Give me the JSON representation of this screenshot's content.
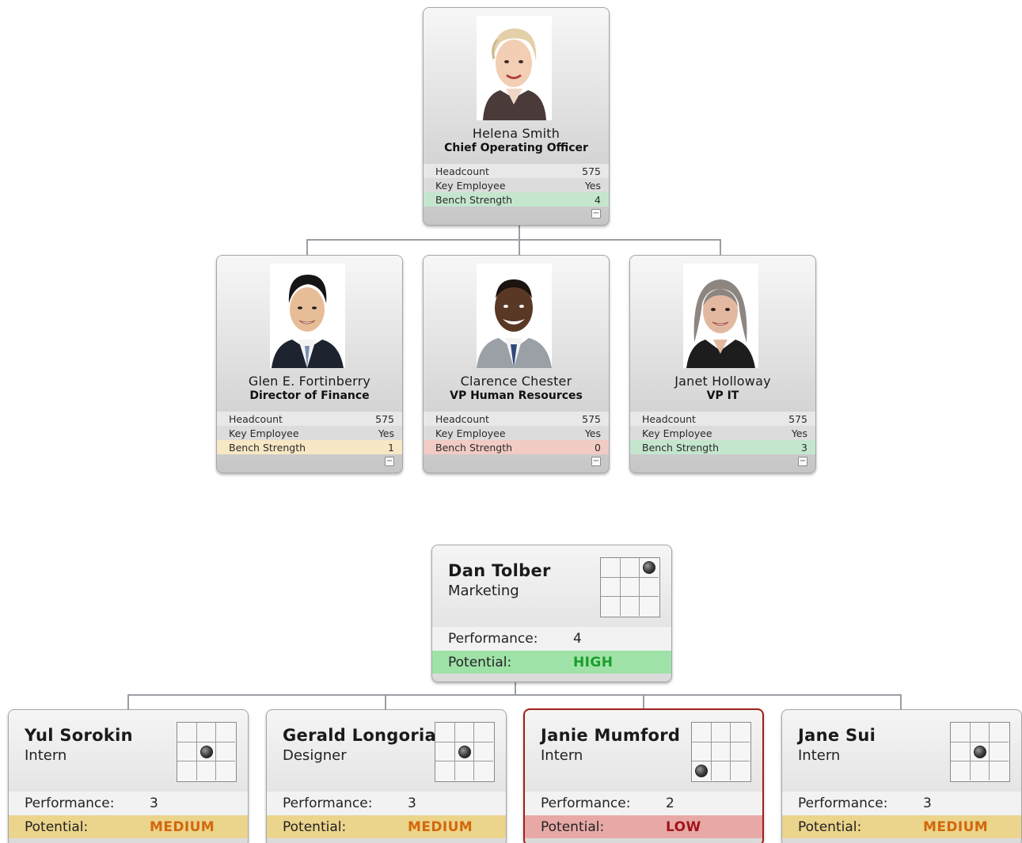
{
  "org_chart": {
    "root": {
      "name": "Helena Smith",
      "title": "Chief Operating Officer",
      "headcount_label": "Headcount",
      "headcount": "575",
      "key_label": "Key Employee",
      "key": "Yes",
      "bench_label": "Bench Strength",
      "bench": "4",
      "bench_status": "green",
      "collapse_symbol": "−"
    },
    "reports": [
      {
        "name": "Glen E. Fortinberry",
        "title": "Director of Finance",
        "headcount_label": "Headcount",
        "headcount": "575",
        "key_label": "Key Employee",
        "key": "Yes",
        "bench_label": "Bench Strength",
        "bench": "1",
        "bench_status": "yellow",
        "collapse_symbol": "−"
      },
      {
        "name": "Clarence Chester",
        "title": "VP Human Resources",
        "headcount_label": "Headcount",
        "headcount": "575",
        "key_label": "Key Employee",
        "key": "Yes",
        "bench_label": "Bench Strength",
        "bench": "0",
        "bench_status": "red",
        "collapse_symbol": "−"
      },
      {
        "name": "Janet Holloway",
        "title": "VP IT",
        "headcount_label": "Headcount",
        "headcount": "575",
        "key_label": "Key Employee",
        "key": "Yes",
        "bench_label": "Bench Strength",
        "bench": "3",
        "bench_status": "green",
        "collapse_symbol": "−"
      }
    ]
  },
  "nine_box_chart": {
    "root": {
      "name": "Dan Tolber",
      "role": "Marketing",
      "performance_label": "Performance:",
      "performance": "4",
      "potential_label": "Potential:",
      "potential": "HIGH",
      "grid_row": 0,
      "grid_col": 2
    },
    "reports": [
      {
        "name": "Yul Sorokin",
        "role": "Intern",
        "performance_label": "Performance:",
        "performance": "3",
        "potential_label": "Potential:",
        "potential": "MEDIUM",
        "grid_row": 1,
        "grid_col": 1
      },
      {
        "name": "Gerald Longoria",
        "role": "Designer",
        "performance_label": "Performance:",
        "performance": "3",
        "potential_label": "Potential:",
        "potential": "MEDIUM",
        "grid_row": 1,
        "grid_col": 1
      },
      {
        "name": "Janie Mumford",
        "role": "Intern",
        "performance_label": "Performance:",
        "performance": "2",
        "potential_label": "Potential:",
        "potential": "LOW",
        "grid_row": 2,
        "grid_col": 0,
        "flagged": true
      },
      {
        "name": "Jane Sui",
        "role": "Intern",
        "performance_label": "Performance:",
        "performance": "3",
        "potential_label": "Potential:",
        "potential": "MEDIUM",
        "grid_row": 1,
        "grid_col": 1
      }
    ]
  },
  "colors": {
    "bench_green": "#c4e6cd",
    "bench_yellow": "#f7e7c4",
    "bench_red": "#f1cbc4",
    "potential_high": "#1a9e2a",
    "potential_medium": "#d2680c",
    "potential_low": "#a0141a",
    "flag_border": "#a0201b",
    "connector": "#9a9fa5"
  }
}
